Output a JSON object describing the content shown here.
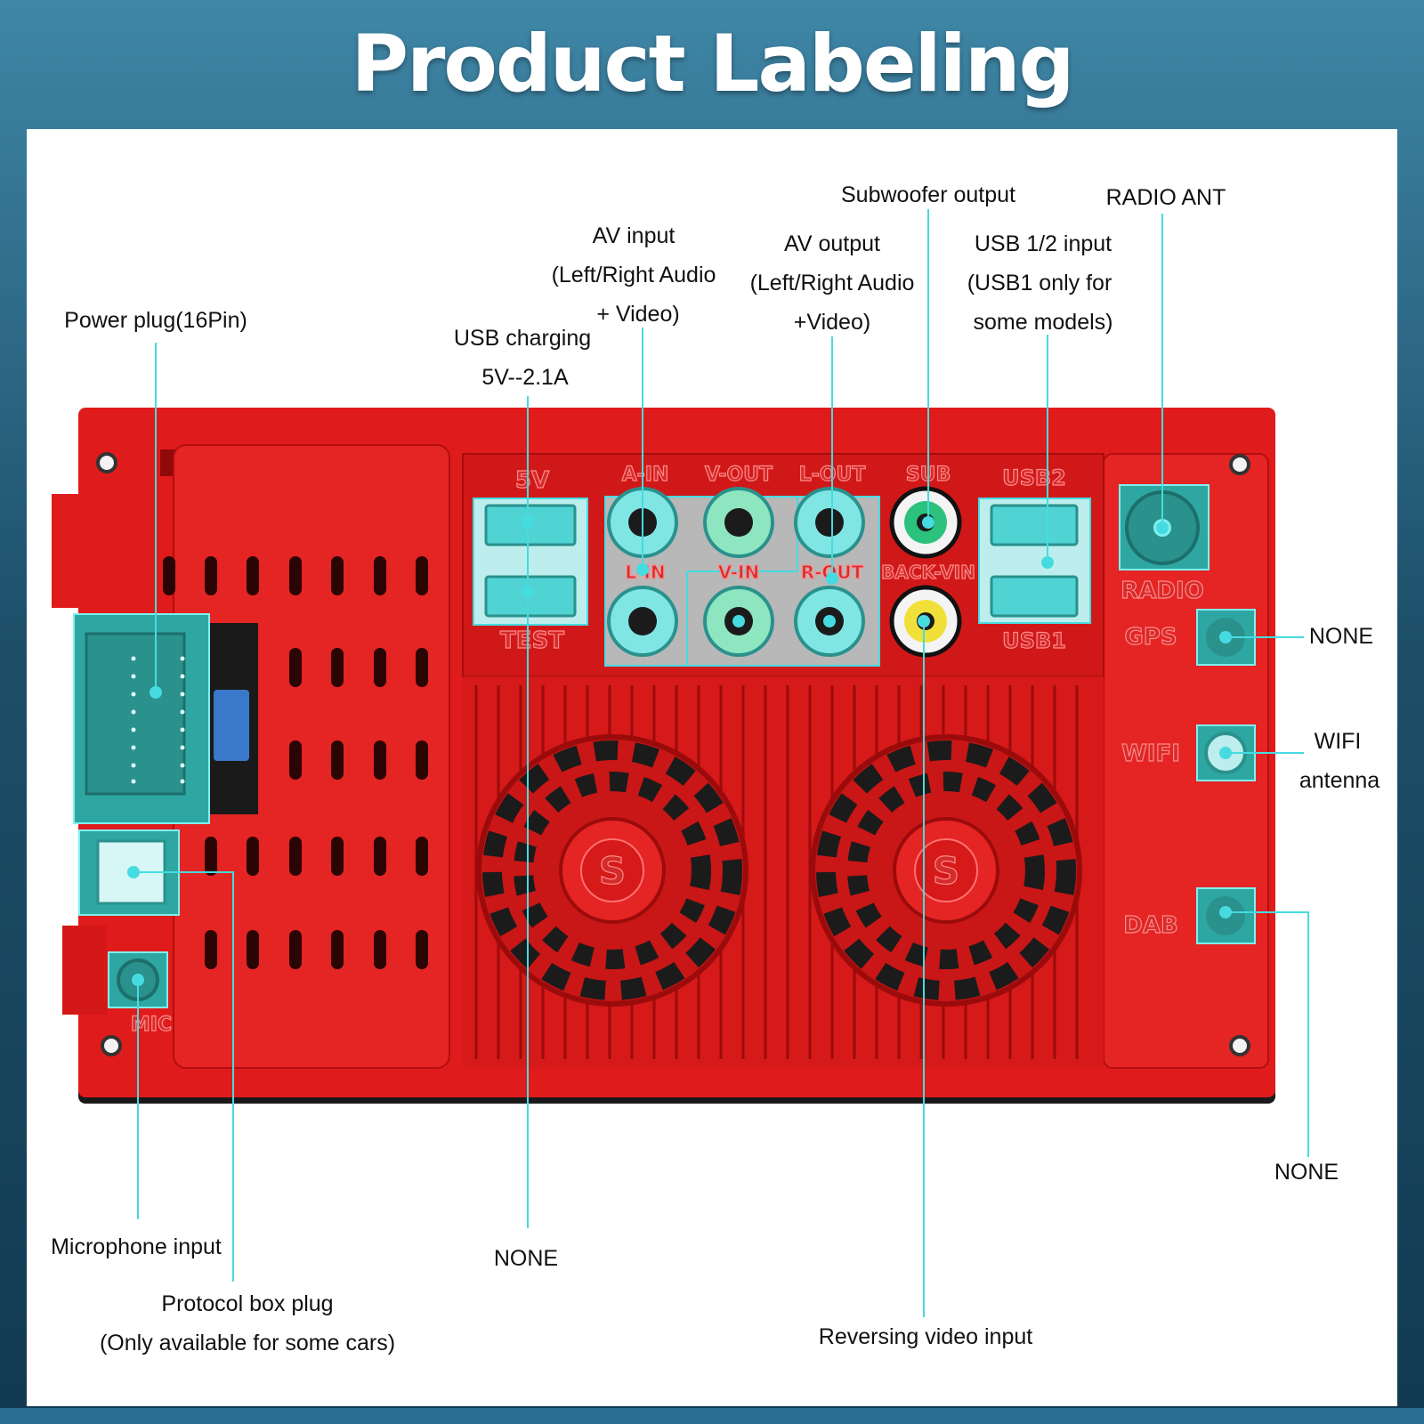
{
  "title": "Product Labeling",
  "colors": {
    "accent": "#46dbe0",
    "body": "#e01b1b",
    "body_dark": "#b20f0f"
  },
  "labels": {
    "power_plug": "Power plug(16Pin)",
    "usb_charging": [
      "USB charging",
      "5V--2.1A"
    ],
    "av_input": [
      "AV input",
      "(Left/Right Audio",
      "+ Video)"
    ],
    "av_output": [
      "AV output",
      "(Left/Right Audio",
      "+Video)"
    ],
    "subwoofer": "Subwoofer output",
    "usb12": [
      "USB 1/2 input",
      "(USB1 only for",
      "some models)"
    ],
    "radio_ant": "RADIO ANT",
    "gps_none": "NONE",
    "wifi": [
      "WIFI",
      "antenna"
    ],
    "dab_none": "NONE",
    "microphone": "Microphone input",
    "protocol": [
      "Protocol box plug",
      "(Only available for some cars)"
    ],
    "test_none": "NONE",
    "reversing": "Reversing video input"
  },
  "embossed": {
    "port_5v": "5V",
    "port_test": "TEST",
    "port_ain": "A-IN",
    "port_vout": "V-OUT",
    "port_lout": "L-OUT",
    "port_sub": "SUB",
    "port_lin": "L-IN",
    "port_vin": "V-IN",
    "port_rout": "R-OUT",
    "port_backvin": "BACK-VIN",
    "port_usb2": "USB2",
    "port_usb1": "USB1",
    "port_radio": "RADIO",
    "port_gps": "GPS",
    "port_wifi": "WIFI",
    "port_dab": "DAB",
    "port_mic": "MIC",
    "fan_logo": "S"
  }
}
